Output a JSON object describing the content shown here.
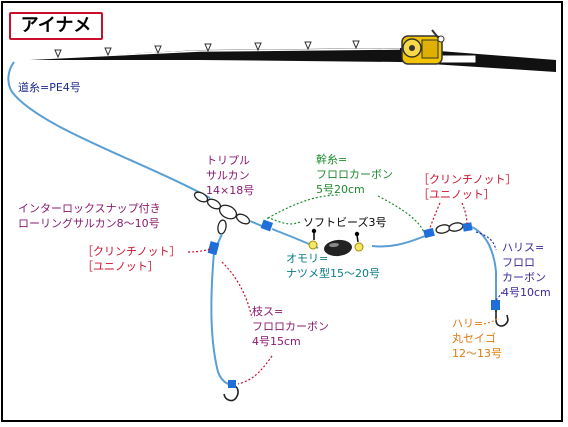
{
  "title": "アイナメ",
  "labels": {
    "main_line": "道糸=PE4号",
    "triple_swivel": [
      "トリプル",
      "サルカン",
      "14×18号"
    ],
    "interlock_snap": [
      "インターロックスナップ付き",
      "ローリングサルカン8〜10号"
    ],
    "clinch_knot_left": [
      "［クリンチノット］",
      "［ユニノット］"
    ],
    "trunk_line": [
      "幹糸=",
      "フロロカーボン",
      "5号20cm"
    ],
    "soft_beads": "ソフトビーズ3号",
    "sinker": [
      "オモリ=",
      "ナツメ型15〜20号"
    ],
    "clinch_knot_right": [
      "［クリンチノット］",
      "［ユニノット］"
    ],
    "leader": [
      "ハリス=",
      "フロロ",
      "カーボン",
      "4号10cm"
    ],
    "branch_line": [
      "枝ス=",
      "フロロカーボン",
      "4号15cm"
    ],
    "hook": [
      "ハリ=",
      "丸セイゴ",
      "12〜13号"
    ]
  },
  "colors": {
    "title_border": "#c8102e",
    "line_blue": "#5a9fd4",
    "swivel_blue": "#1e6fd9",
    "rod_black": "#111111",
    "reel_yellow": "#f2c400",
    "bead_yellow": "#f5e663",
    "navy": "#1b2a8f",
    "purple": "#8a1a6e",
    "green": "#1e8a2e",
    "red": "#c8102e",
    "teal": "#0a7d86",
    "orange": "#e07a10",
    "indigo": "#3a2a9a"
  }
}
